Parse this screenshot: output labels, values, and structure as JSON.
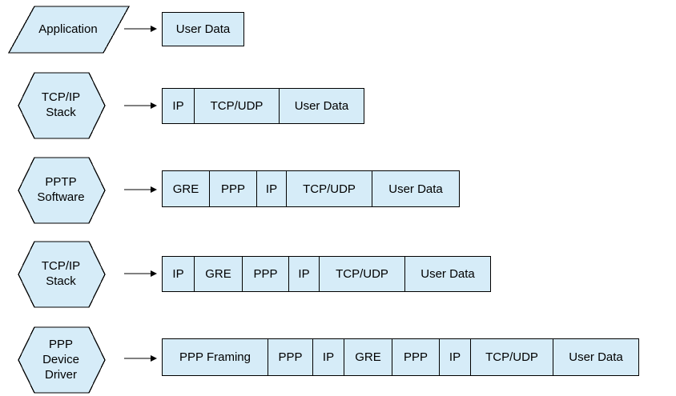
{
  "colors": {
    "shape_fill": "#d6ecf8",
    "shape_border": "#000000",
    "text": "#000000",
    "background": "#ffffff"
  },
  "rows": [
    {
      "stage": {
        "shape": "parallelogram",
        "label": "Application"
      },
      "segments": [
        {
          "label": "User Data"
        }
      ]
    },
    {
      "stage": {
        "shape": "hexagon",
        "label": "TCP/IP\nStack"
      },
      "segments": [
        {
          "label": "IP"
        },
        {
          "label": "TCP/UDP"
        },
        {
          "label": "User Data"
        }
      ]
    },
    {
      "stage": {
        "shape": "hexagon",
        "label": "PPTP\nSoftware"
      },
      "segments": [
        {
          "label": "GRE"
        },
        {
          "label": "PPP"
        },
        {
          "label": "IP"
        },
        {
          "label": "TCP/UDP"
        },
        {
          "label": "User Data"
        }
      ]
    },
    {
      "stage": {
        "shape": "hexagon",
        "label": "TCP/IP\nStack"
      },
      "segments": [
        {
          "label": "IP"
        },
        {
          "label": "GRE"
        },
        {
          "label": "PPP"
        },
        {
          "label": "IP"
        },
        {
          "label": "TCP/UDP"
        },
        {
          "label": "User Data"
        }
      ]
    },
    {
      "stage": {
        "shape": "hexagon",
        "label": "PPP\nDevice\nDriver"
      },
      "segments": [
        {
          "label": "PPP Framing"
        },
        {
          "label": "PPP"
        },
        {
          "label": "IP"
        },
        {
          "label": "GRE"
        },
        {
          "label": "PPP"
        },
        {
          "label": "IP"
        },
        {
          "label": "TCP/UDP"
        },
        {
          "label": "User Data"
        }
      ]
    }
  ]
}
